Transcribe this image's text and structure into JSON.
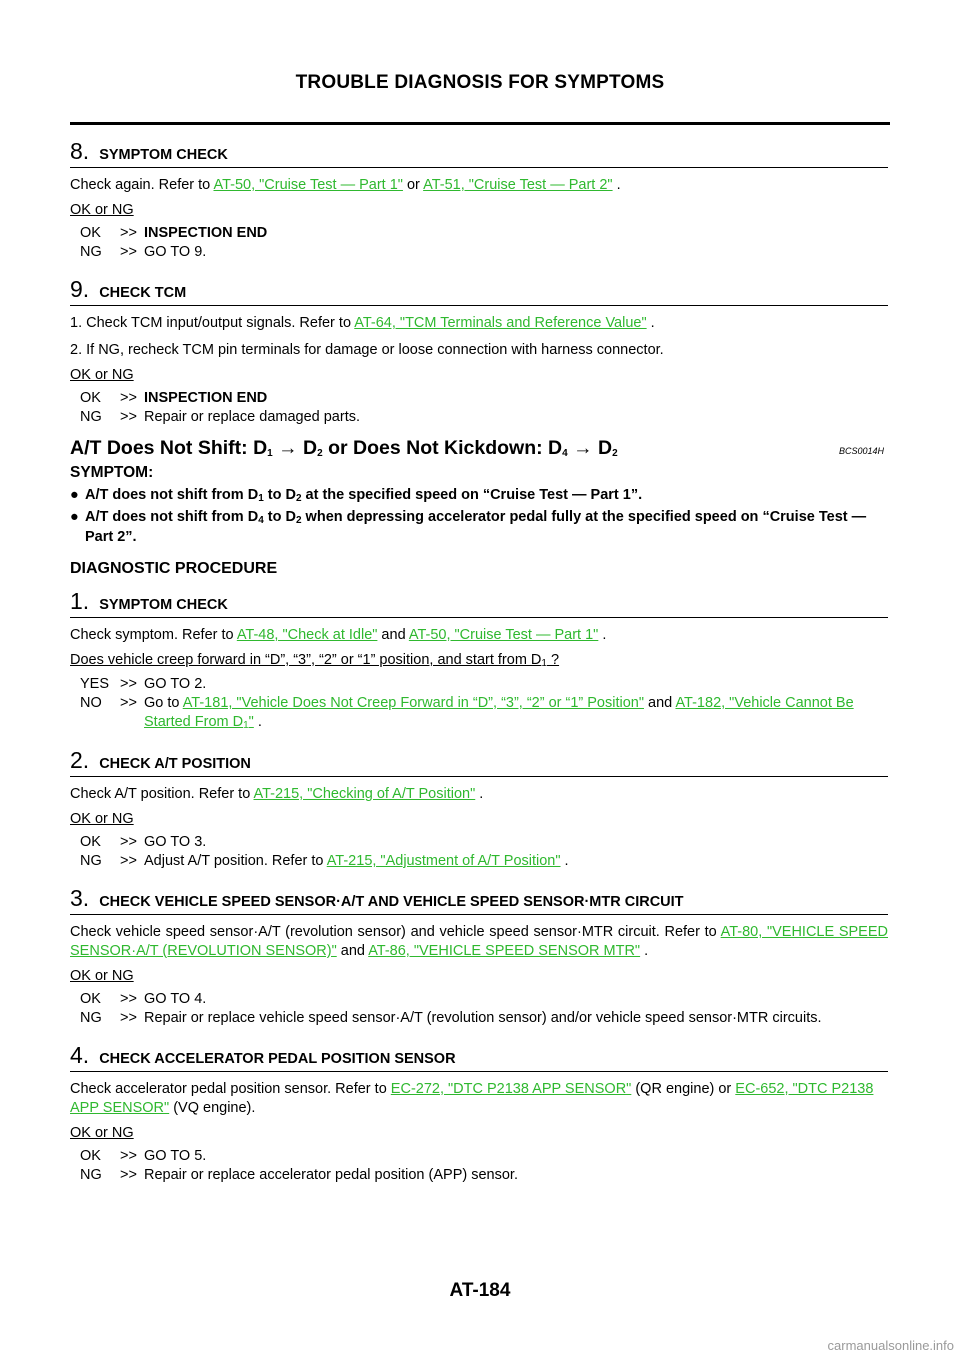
{
  "header": {
    "title": "TROUBLE DIAGNOSIS FOR SYMPTOMS"
  },
  "step8": {
    "num": "8.",
    "title": "SYMPTOM CHECK",
    "text_a": "Check again. Refer to ",
    "link1": "AT-50, \"Cruise Test — Part 1\"",
    "text_b": " or ",
    "link2": "AT-51, \"Cruise Test — Part 2\"",
    "text_c": " .",
    "okng": "OK or NG",
    "ok_key": "OK",
    "ok_text": "INSPECTION END",
    "ng_key": "NG",
    "ng_text": "GO TO 9."
  },
  "step9": {
    "num": "9.",
    "title": "CHECK TCM",
    "item1_a": "1. Check TCM input/output signals. Refer to ",
    "item1_link": "AT-64, \"TCM Terminals and Reference Value\"",
    "item1_c": " .",
    "item2": "2. If NG, recheck TCM pin terminals for damage or loose connection with harness connector.",
    "okng": "OK or NG",
    "ok_key": "OK",
    "ok_text": "INSPECTION END",
    "ng_key": "NG",
    "ng_text": "Repair or replace damaged parts."
  },
  "section": {
    "title_a": "A/T Does Not Shift: D",
    "sub1": "1",
    "arrow1": " → D",
    "sub2": "2",
    "title_b": " or Does Not Kickdown: D",
    "sub3": "4",
    "arrow2": " → D",
    "sub4": "2",
    "code": "BCS0014H",
    "symptom_label": "SYMPTOM:",
    "bullet1_a": "A/T does not shift from D",
    "bullet1_s1": "1",
    "bullet1_b": " to D",
    "bullet1_s2": "2",
    "bullet1_c": " at the specified speed on “Cruise Test — Part 1”.",
    "bullet2_a": "A/T does not shift from D",
    "bullet2_s1": "4",
    "bullet2_b": " to D",
    "bullet2_s2": "2",
    "bullet2_c": " when depressing accelerator pedal fully at the specified speed on “Cruise Test — Part 2”.",
    "diag_label": "DIAGNOSTIC PROCEDURE"
  },
  "d1": {
    "num": "1.",
    "title": "SYMPTOM CHECK",
    "text_a": "Check symptom. Refer to ",
    "link1": "AT-48, \"Check at Idle\"",
    "text_b": " and ",
    "link2": "AT-50, \"Cruise Test — Part 1\"",
    "text_c": " .",
    "question_a": "Does vehicle creep forward in “D”, “3”, “2” or “1” position, and start from D",
    "question_sub": "1",
    "question_b": " ?",
    "yes_key": "YES",
    "yes_text": "GO TO 2.",
    "no_key": "NO",
    "no_a": "Go to ",
    "no_link1": "AT-181, \"Vehicle Does Not Creep Forward in “D”, “3”, “2” or “1” Position\"",
    "no_b": " and ",
    "no_link2a": "AT-182, \"Vehicle Cannot Be Started From D",
    "no_link2_sub": "1",
    "no_link2b": "\"",
    "no_c": " ."
  },
  "d2": {
    "num": "2.",
    "title": "CHECK A/T POSITION",
    "text_a": "Check A/T position. Refer to ",
    "link1": "AT-215, \"Checking of A/T Position\"",
    "text_c": " .",
    "okng": "OK or NG",
    "ok_key": "OK",
    "ok_text": "GO TO 3.",
    "ng_key": "NG",
    "ng_a": "Adjust A/T position. Refer to ",
    "ng_link": "AT-215, \"Adjustment of A/T Position\"",
    "ng_c": " ."
  },
  "d3": {
    "num": "3.",
    "title": "CHECK VEHICLE SPEED SENSOR·A/T AND VEHICLE SPEED SENSOR·MTR CIRCUIT",
    "text_a": "Check vehicle speed sensor·A/T (revolution sensor) and vehicle speed sensor·MTR circuit. Refer to ",
    "link1": "AT-80, \"VEHICLE SPEED SENSOR·A/T (REVOLUTION SENSOR)\"",
    "text_b": " and ",
    "link2": "AT-86, \"VEHICLE SPEED SENSOR MTR\"",
    "text_c": " .",
    "okng": "OK or NG",
    "ok_key": "OK",
    "ok_text": "GO TO 4.",
    "ng_key": "NG",
    "ng_text": "Repair or replace vehicle speed sensor·A/T (revolution sensor) and/or vehicle speed sensor·MTR circuits."
  },
  "d4": {
    "num": "4.",
    "title": "CHECK ACCELERATOR PEDAL POSITION SENSOR",
    "text_a": "Check accelerator pedal position sensor. Refer to ",
    "link1": "EC-272, \"DTC P2138 APP SENSOR\"",
    "text_b": " (QR engine) or ",
    "link2": "EC-652, \"DTC P2138 APP SENSOR\"",
    "text_c": " (VQ engine).",
    "okng": "OK or NG",
    "ok_key": "OK",
    "ok_text": "GO TO 5.",
    "ng_key": "NG",
    "ng_text": "Repair or replace accelerator pedal position (APP) sensor."
  },
  "common": {
    "arrow": ">>"
  },
  "footer": {
    "page": "AT-184",
    "watermark": "carmanualsonline.info"
  }
}
